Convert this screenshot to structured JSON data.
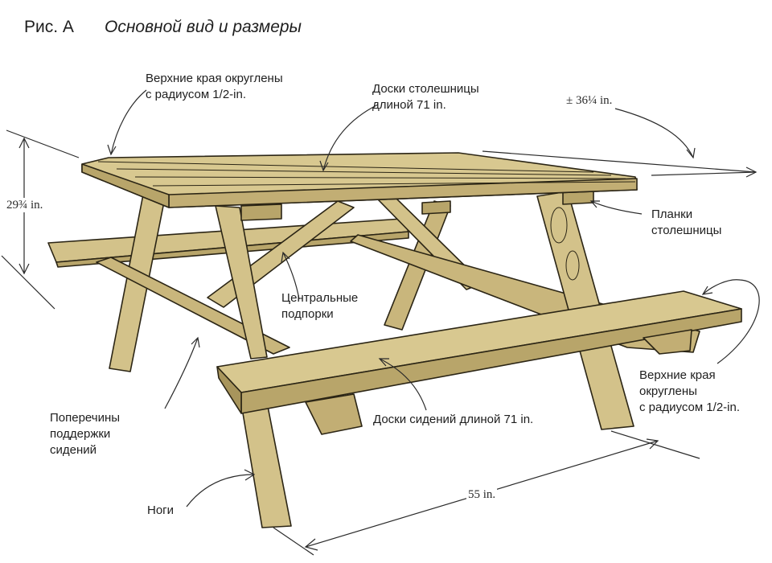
{
  "figure": {
    "number": "Рис. А",
    "title": "Основной вид и размеры"
  },
  "labels": {
    "top_edges_rounded_left": "Верхние края округлены\nс радиусом 1/2-in.",
    "tabletop_boards": "Доски столешницы\nдлиной 71 in.",
    "tabletop_cleats": "Планки\nстолешницы",
    "center_braces": "Центральные\nподпорки",
    "seat_supports": "Поперечины\nподдержки\nсидений",
    "legs": "Ноги",
    "seat_boards": "Доски сидений длиной 71 in.",
    "top_edges_rounded_right": "Верхние края\nокруглены\nс радиусом 1/2-in."
  },
  "dimensions": {
    "height": "29¾ in.",
    "top_width": "± 36¼ in.",
    "width": "55 in."
  },
  "colors": {
    "wood": "#d3c28a",
    "wood_shade": "#b8a56a",
    "outline": "#2b2515",
    "text": "#1e1e1e"
  }
}
